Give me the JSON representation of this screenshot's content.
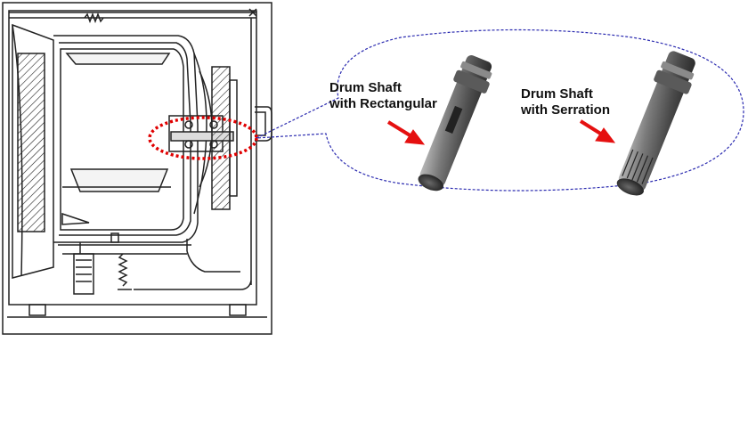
{
  "figure": {
    "shaft_rectangular": {
      "line1": "Drum Shaft",
      "line2": "with Rectangular"
    },
    "shaft_serration": {
      "line1": "Drum Shaft",
      "line2": "with Serration"
    }
  },
  "colors": {
    "line": "#222222",
    "highlight": "#e00000",
    "callout": "#2b2bb0",
    "arrow": "#e51010",
    "shaft_dark": "#3a3a3a",
    "shaft_light": "#9a9a9a"
  },
  "icons": [
    "washing-machine-cross-section",
    "red-arrow-icon",
    "drum-shaft-photo"
  ]
}
